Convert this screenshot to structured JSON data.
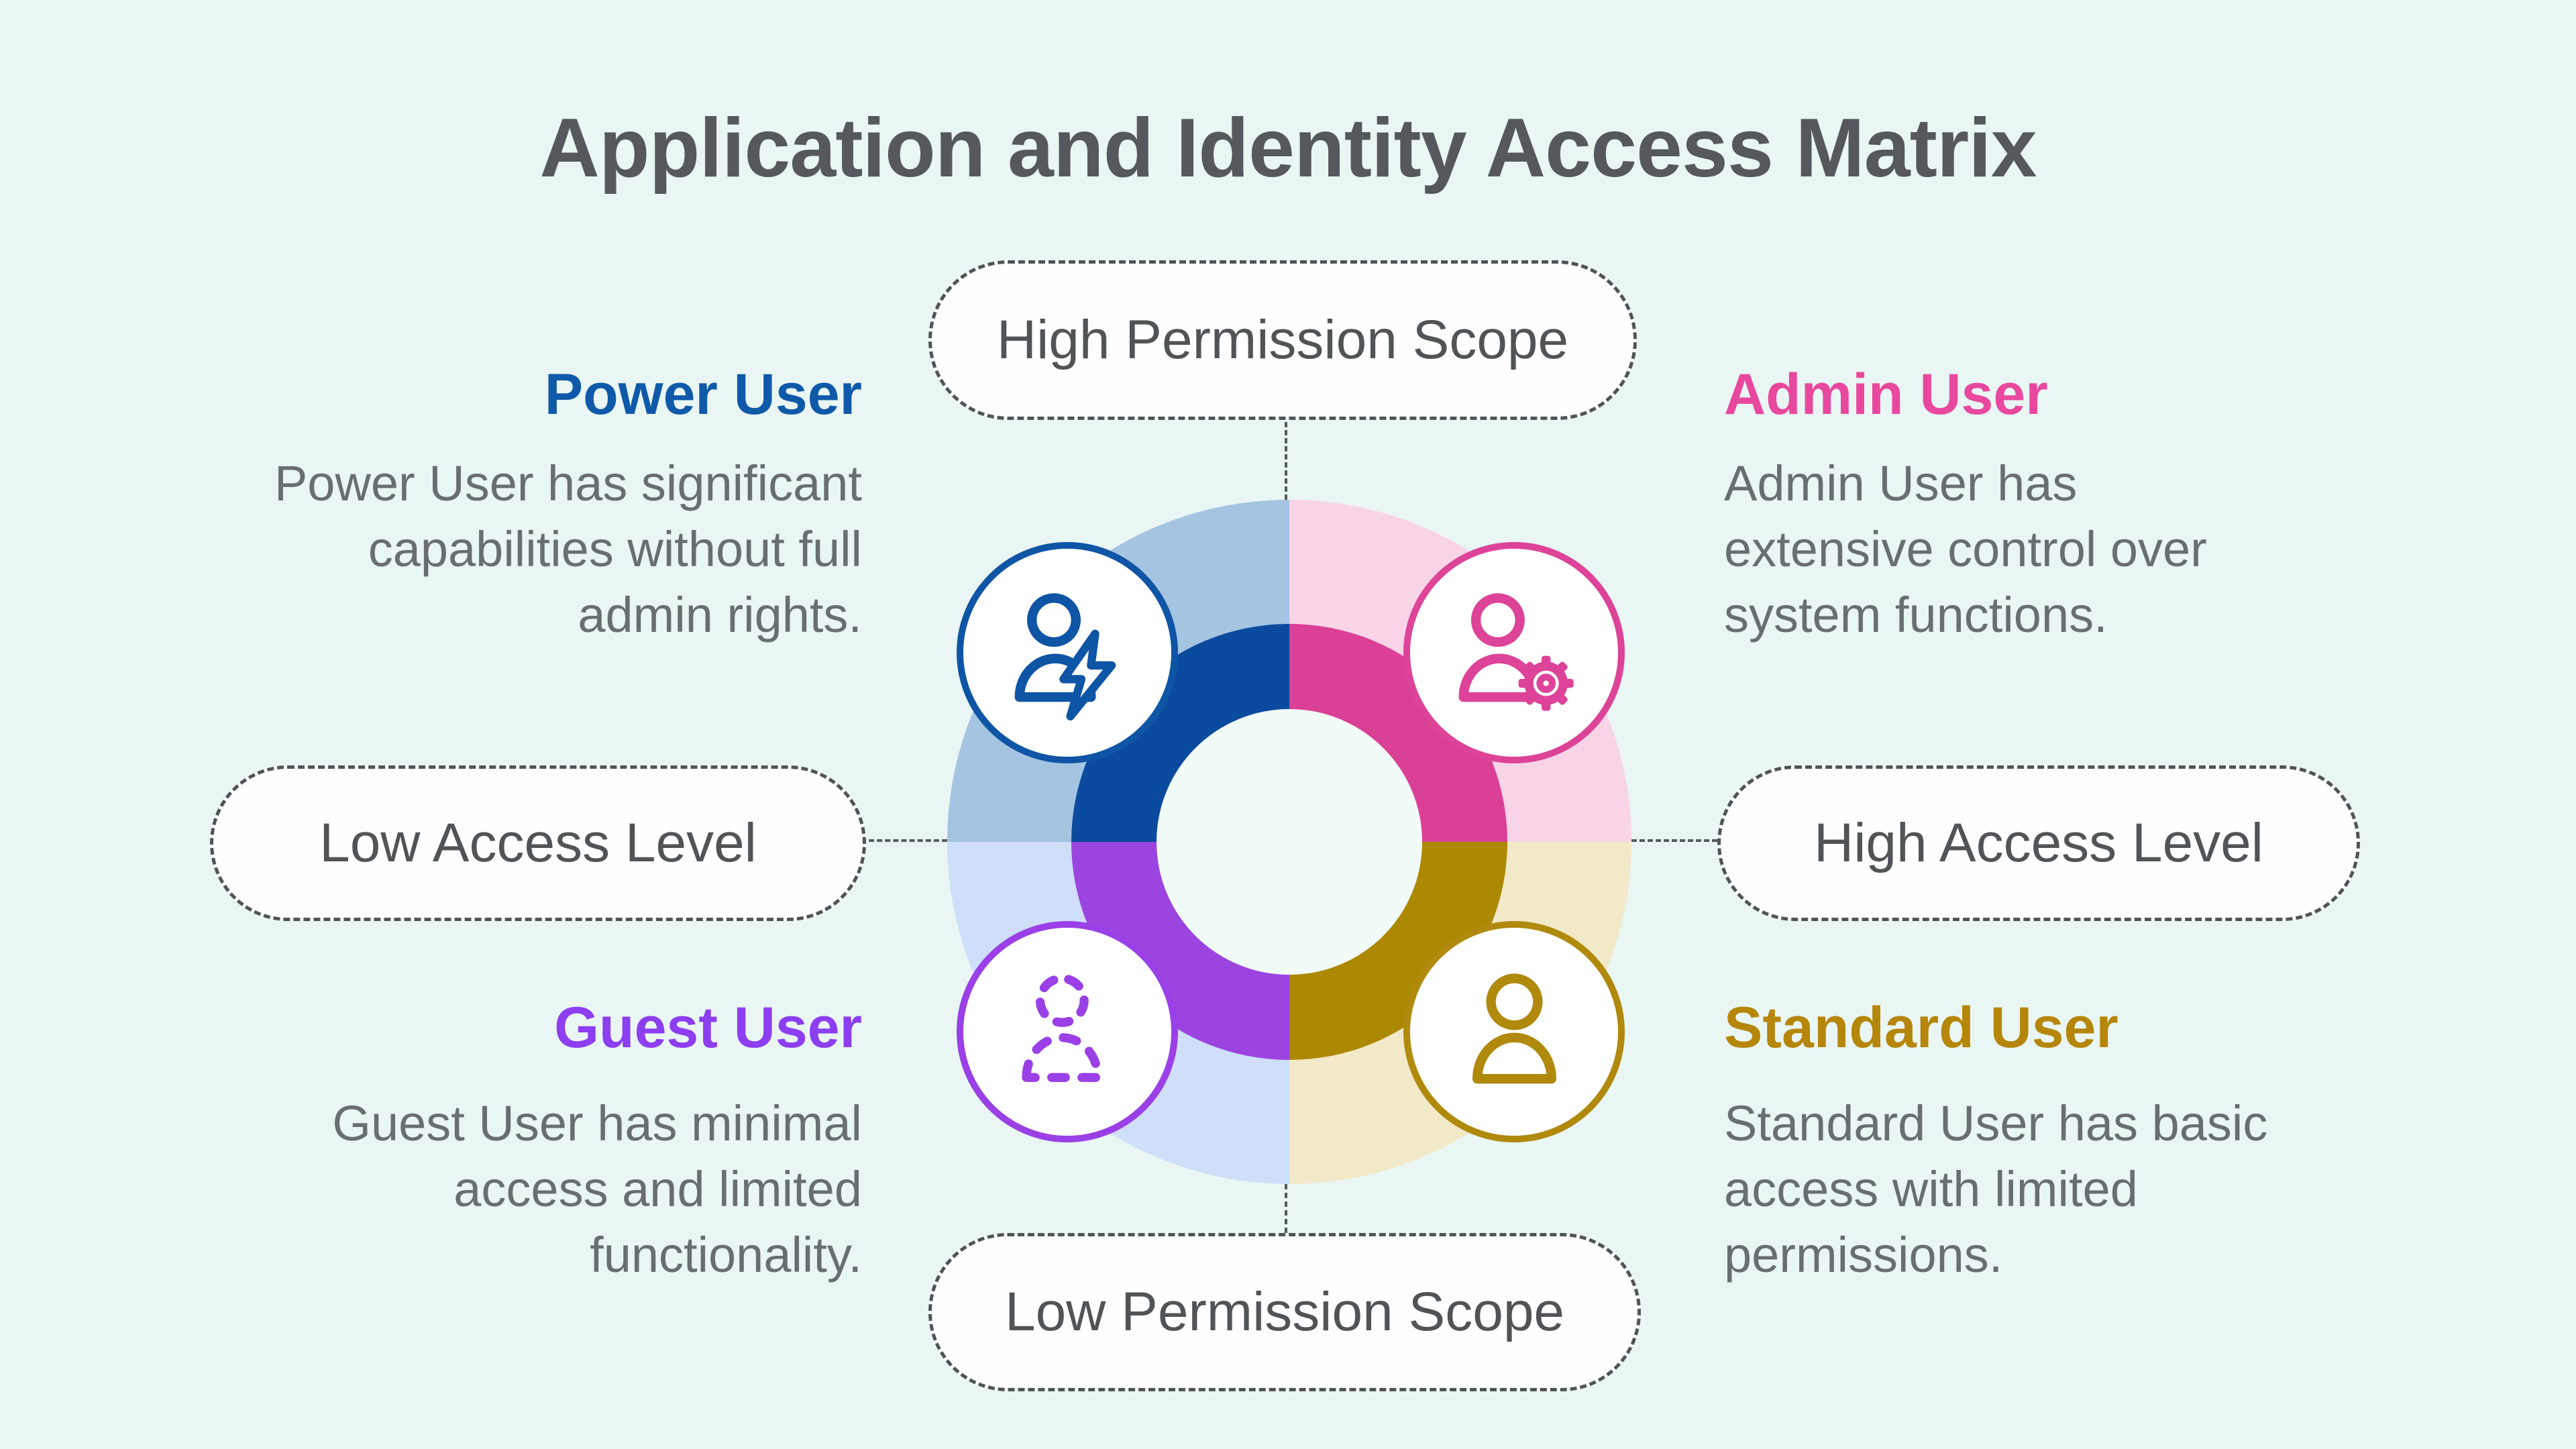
{
  "title": "Application and Identity Access Matrix",
  "scopes": {
    "top": "High Permission Scope",
    "bottom": "Low Permission Scope",
    "left": "Low Access Level",
    "right": "High Access Level"
  },
  "users": {
    "power": {
      "name": "Power User",
      "desc_lines": [
        "Power User has significant",
        "capabilities without full",
        "admin rights."
      ],
      "accent": "#0f59a9",
      "ring_color": "#0b4b9f",
      "outer_color": "#a4c4e1",
      "icon": "user-with-lightning-bolt"
    },
    "admin": {
      "name": "Admin User",
      "desc_lines": [
        "Admin User has",
        "extensive control over",
        "system functions."
      ],
      "accent": "#e8489e",
      "ring_color": "#da4095",
      "outer_color": "#f9d4e7",
      "icon": "user-with-gear"
    },
    "guest": {
      "name": "Guest User",
      "desc_lines": [
        "Guest User has minimal",
        "access and limited",
        "functionality."
      ],
      "accent": "#8c3ef0",
      "ring_color": "#9c44e0",
      "outer_color": "#cfdffa",
      "icon": "dashed-outline-user"
    },
    "standard": {
      "name": "Standard User",
      "desc_lines": [
        "Standard User has basic",
        "access with limited",
        "permissions."
      ],
      "accent": "#b5860a",
      "ring_color": "#ad8803",
      "outer_color": "#f2e9c8",
      "icon": "user-outline"
    }
  },
  "colors": {
    "page_background": "#e9f6f3",
    "donut_hole": "#f1fbf8",
    "title_text": "#55595d",
    "description_text": "#696e71",
    "dashed_border": "#515457"
  }
}
